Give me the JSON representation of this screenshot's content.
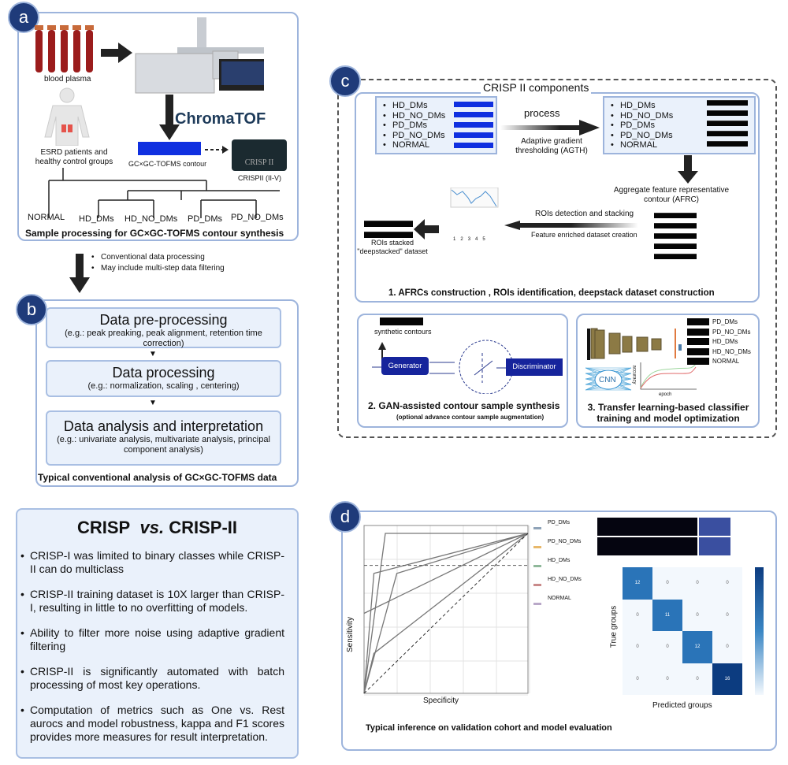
{
  "panel_a": {
    "badge": "a",
    "blood_plasma": "blood plasma",
    "patients": "ESRD patients and healthy control groups",
    "software_logo": "ChromaTOF",
    "contour_label": "GC×GC-TOFMS contour",
    "crisp_logo": "CRISP II",
    "crisp_label": "CRISPII (II-V)",
    "groups": [
      "NORMAL",
      "HD_DMs",
      "HD_NO_DMs",
      "PD_DMs",
      "PD_NO_DMs"
    ],
    "caption": "Sample processing for GC×GC-TOFMS contour synthesis"
  },
  "transition": {
    "bullets": [
      "Conventional data processing",
      "May include multi-step data filtering"
    ]
  },
  "panel_b": {
    "badge": "b",
    "steps": [
      {
        "title": "Data pre-processing",
        "detail": "(e.g.: peak preaking, peak alignment, retention time correction)"
      },
      {
        "title": "Data processing",
        "detail": "(e.g.: normalization, scaling , centering)"
      },
      {
        "title": "Data analysis and interpretation",
        "detail": "(e.g.: univariate analysis, multivariate analysis, principal component analysis)"
      }
    ],
    "caption": "Typical conventional analysis of GC×GC-TOFMS data"
  },
  "comparison": {
    "title_left": "CRISP",
    "title_vs": "vs.",
    "title_right": "CRISP-II",
    "bullets": [
      "CRISP-I was limited to binary classes while CRISP-II can do multiclass",
      "CRISP-II training dataset is 10X larger than CRISP-I, resulting in little to no overfitting of models.",
      "Ability to filter more noise using adaptive gradient filtering",
      "CRISP-II is significantly automated with batch processing of most key operations.",
      "Computation of metrics such as One vs. Rest aurocs and model robustness, kappa and F1 scores provides more measures for result interpretation."
    ]
  },
  "panel_c": {
    "badge": "c",
    "title": "CRISP II components",
    "classes": [
      "HD_DMs",
      "HD_NO_DMs",
      "PD_DMs",
      "PD_NO_DMs",
      "NORMAL"
    ],
    "process_label": "process",
    "agth_label": "Adaptive gradient thresholding (AGTH)",
    "afrc_label": "Aggregate feature representative contour (AFRC)",
    "roi_label": "ROIs detection and stacking",
    "feature_label": "Feature enriched dataset creation",
    "stacked_label": "ROIs stacked \"deepstacked\" dataset",
    "roi_numbers": [
      "1",
      "2",
      "3",
      "4",
      "5"
    ],
    "section1": "1.  AFRCs construction , ROIs identification, deepstack dataset construction",
    "gan": {
      "synthetic": "synthetic contours",
      "generator": "Generator",
      "discriminator": "Discriminator",
      "title": "2. GAN-assisted contour sample synthesis",
      "subtitle": "(optional advance contour sample augmentation)"
    },
    "transfer": {
      "classes": [
        "PD_DMs",
        "PD_NO_DMs",
        "HD_DMs",
        "HD_NO_DMs",
        "NORMAL"
      ],
      "cnn": "CNN",
      "x_axis": "epoch",
      "y_axis": "accuracy",
      "title": "3. Transfer learning-based classifier training and model optimization"
    }
  },
  "panel_d": {
    "badge": "d",
    "roc_xlabel": "Specificity",
    "roc_ylabel": "Sensitivity",
    "legend": [
      {
        "name": "PD_DMs",
        "color": "#8fa3b8"
      },
      {
        "name": "PD_NO_DMs",
        "color": "#e8b86a"
      },
      {
        "name": "HD_DMs",
        "color": "#8fb89a"
      },
      {
        "name": "HD_NO_DMs",
        "color": "#c98a8a"
      },
      {
        "name": "NORMAL",
        "color": "#b9a8c8"
      }
    ],
    "matrix": [
      [
        12,
        0,
        0,
        0
      ],
      [
        0,
        11,
        0,
        0
      ],
      [
        0,
        0,
        12,
        0
      ],
      [
        0,
        0,
        0,
        16
      ]
    ],
    "matrix_xlabel": "Predicted groups",
    "matrix_ylabel": "True groups",
    "caption": "Typical inference on validation cohort and model evaluation"
  }
}
